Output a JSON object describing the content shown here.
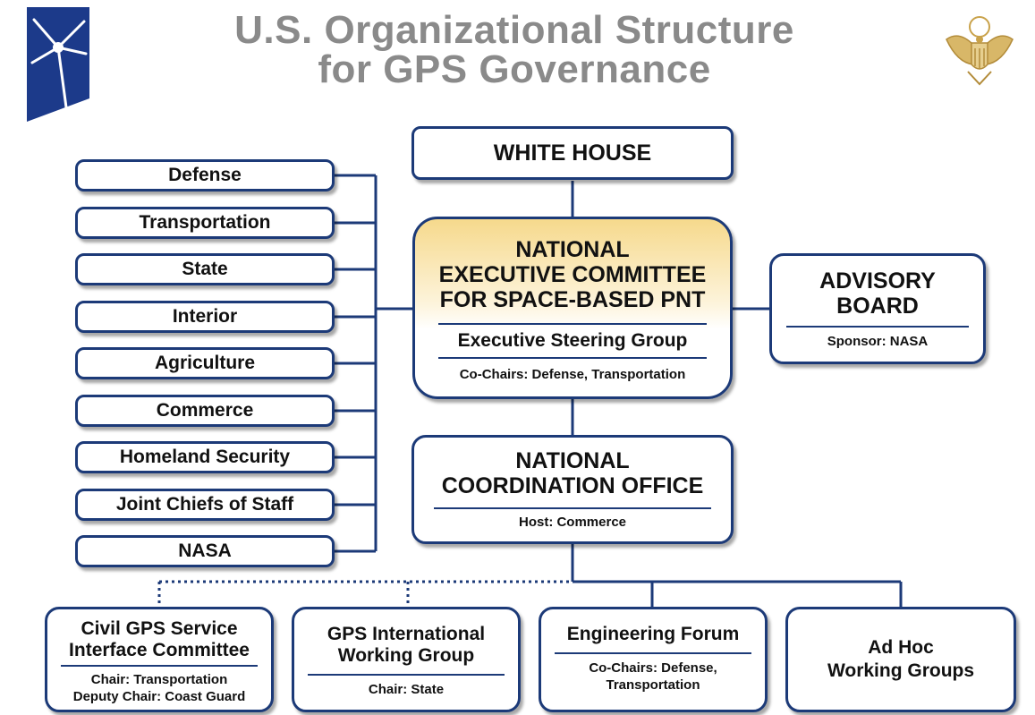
{
  "title": {
    "line1": "U.S. Organizational Structure",
    "line2": "for GPS Governance"
  },
  "colors": {
    "title": "#8a8a8a",
    "box_border": "#1c3a78",
    "highlight_top": "#f6d98c",
    "logo_blue": "#1c3a8a",
    "seal_gold": "#c9a24a"
  },
  "icons": {
    "logo": "compass-star-logo",
    "seal": "eagle-seal"
  },
  "white_house": "WHITE HOUSE",
  "agencies": [
    "Defense",
    "Transportation",
    "State",
    "Interior",
    "Agriculture",
    "Commerce",
    "Homeland Security",
    "Joint Chiefs of Staff",
    "NASA"
  ],
  "excom": {
    "line1": "NATIONAL",
    "line2": "EXECUTIVE COMMITTEE",
    "line3": "FOR SPACE-BASED PNT",
    "steering": "Executive Steering Group",
    "cochairs": "Co-Chairs: Defense, Transportation"
  },
  "advisory": {
    "line1": "ADVISORY",
    "line2": "BOARD",
    "sponsor": "Sponsor: NASA"
  },
  "nco": {
    "line1": "NATIONAL",
    "line2": "COORDINATION OFFICE",
    "host": "Host: Commerce"
  },
  "bottom": [
    {
      "line1": "Civil GPS Service",
      "line2": "Interface Committee",
      "detail1": "Chair: Transportation",
      "detail2": "Deputy Chair: Coast Guard"
    },
    {
      "line1": "GPS International",
      "line2": "Working Group",
      "detail1": "Chair: State",
      "detail2": ""
    },
    {
      "line1": "Engineering Forum",
      "line2": "",
      "detail1": "Co-Chairs: Defense,",
      "detail2": "Transportation"
    },
    {
      "line1": "Ad Hoc",
      "line2": "Working Groups",
      "detail1": "",
      "detail2": ""
    }
  ]
}
